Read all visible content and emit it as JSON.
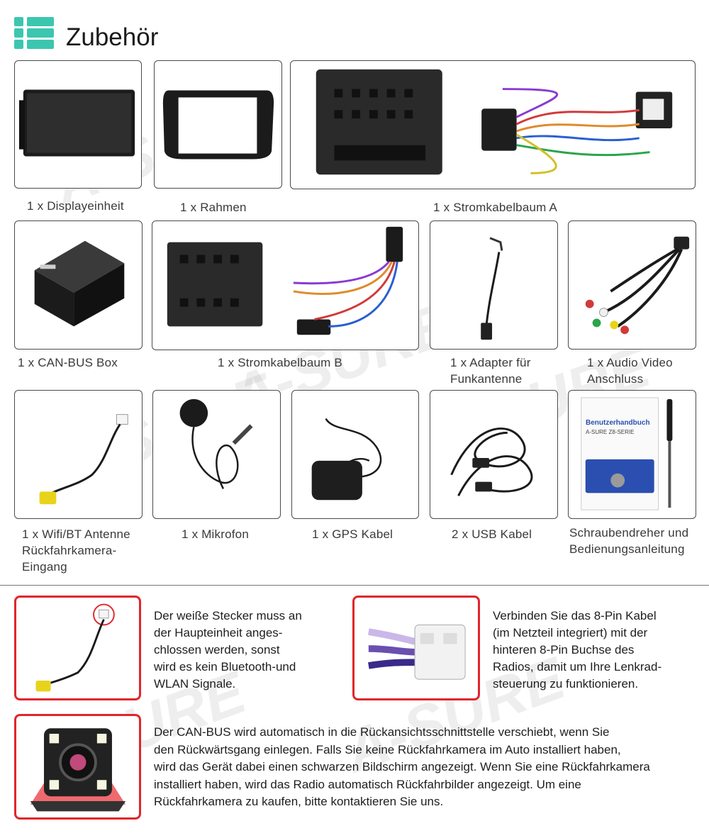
{
  "header": {
    "title": "Zubehör",
    "icon": "list-icon",
    "icon_color": "#3cc6b0"
  },
  "items": [
    {
      "caption": "1 x Displayeinheit"
    },
    {
      "caption": "1 x Rahmen"
    },
    {
      "caption": "1 x Stromkabelbaum A"
    },
    {
      "caption": "1 x CAN-BUS Box"
    },
    {
      "caption": "1 x Stromkabelbaum B"
    },
    {
      "caption_line1": "1 x Adapter für",
      "caption_line2": "Funkantenne"
    },
    {
      "caption_line1": "1 x Audio Video",
      "caption_line2": "Anschluss"
    },
    {
      "caption_line1": "1 x Wifi/BT Antenne",
      "caption_line2": "Rückfahrkamera-",
      "caption_line3": "Eingang"
    },
    {
      "caption": "1 x Mikrofon"
    },
    {
      "caption": "1 x GPS Kabel"
    },
    {
      "caption": "2 x USB Kabel"
    },
    {
      "caption_line1": "Schraubendreher und",
      "caption_line2": "Bedienungsanleitung"
    }
  ],
  "manual": {
    "title": "Benutzerhandbuch",
    "subtitle": "A-SURE Z8-SERIE"
  },
  "notes": {
    "wifi": {
      "line1": "Der weiße Stecker muss an",
      "line2": "der Haupteinheit anges-",
      "line3": "chlossen werden, sonst",
      "line4": "wird es kein Bluetooth-und",
      "line5": "WLAN Signale."
    },
    "pin8": {
      "line1": "Verbinden Sie das 8-Pin Kabel",
      "line2": "(im Netzteil integriert) mit der",
      "line3": "hinteren 8-Pin Buchse des",
      "line4": "Radios, damit um Ihre Lenkrad-",
      "line5": "steuerung zu funktionieren."
    },
    "canbus": {
      "line1": "Der CAN-BUS wird automatisch in die Rückansichtsschnittstelle verschiebt, wenn Sie",
      "line2": "den Rückwärtsgang einlegen. Falls Sie keine Rückfahrkamera im Auto installiert haben,",
      "line3": "wird das Gerät dabei einen schwarzen Bildschirm angezeigt.  Wenn Sie eine Rückfahrkamera",
      "line4": "installiert haben, wird das Radio automatisch Rückfahrbilder angezeigt. Um eine",
      "line5": "Rückfahrkamera zu kaufen, bitte kontaktieren Sie uns."
    }
  },
  "watermark": "A-SURE",
  "colors": {
    "accent_red": "#e0262b",
    "teal": "#3cc6b0",
    "yellow": "#e8d31c"
  }
}
